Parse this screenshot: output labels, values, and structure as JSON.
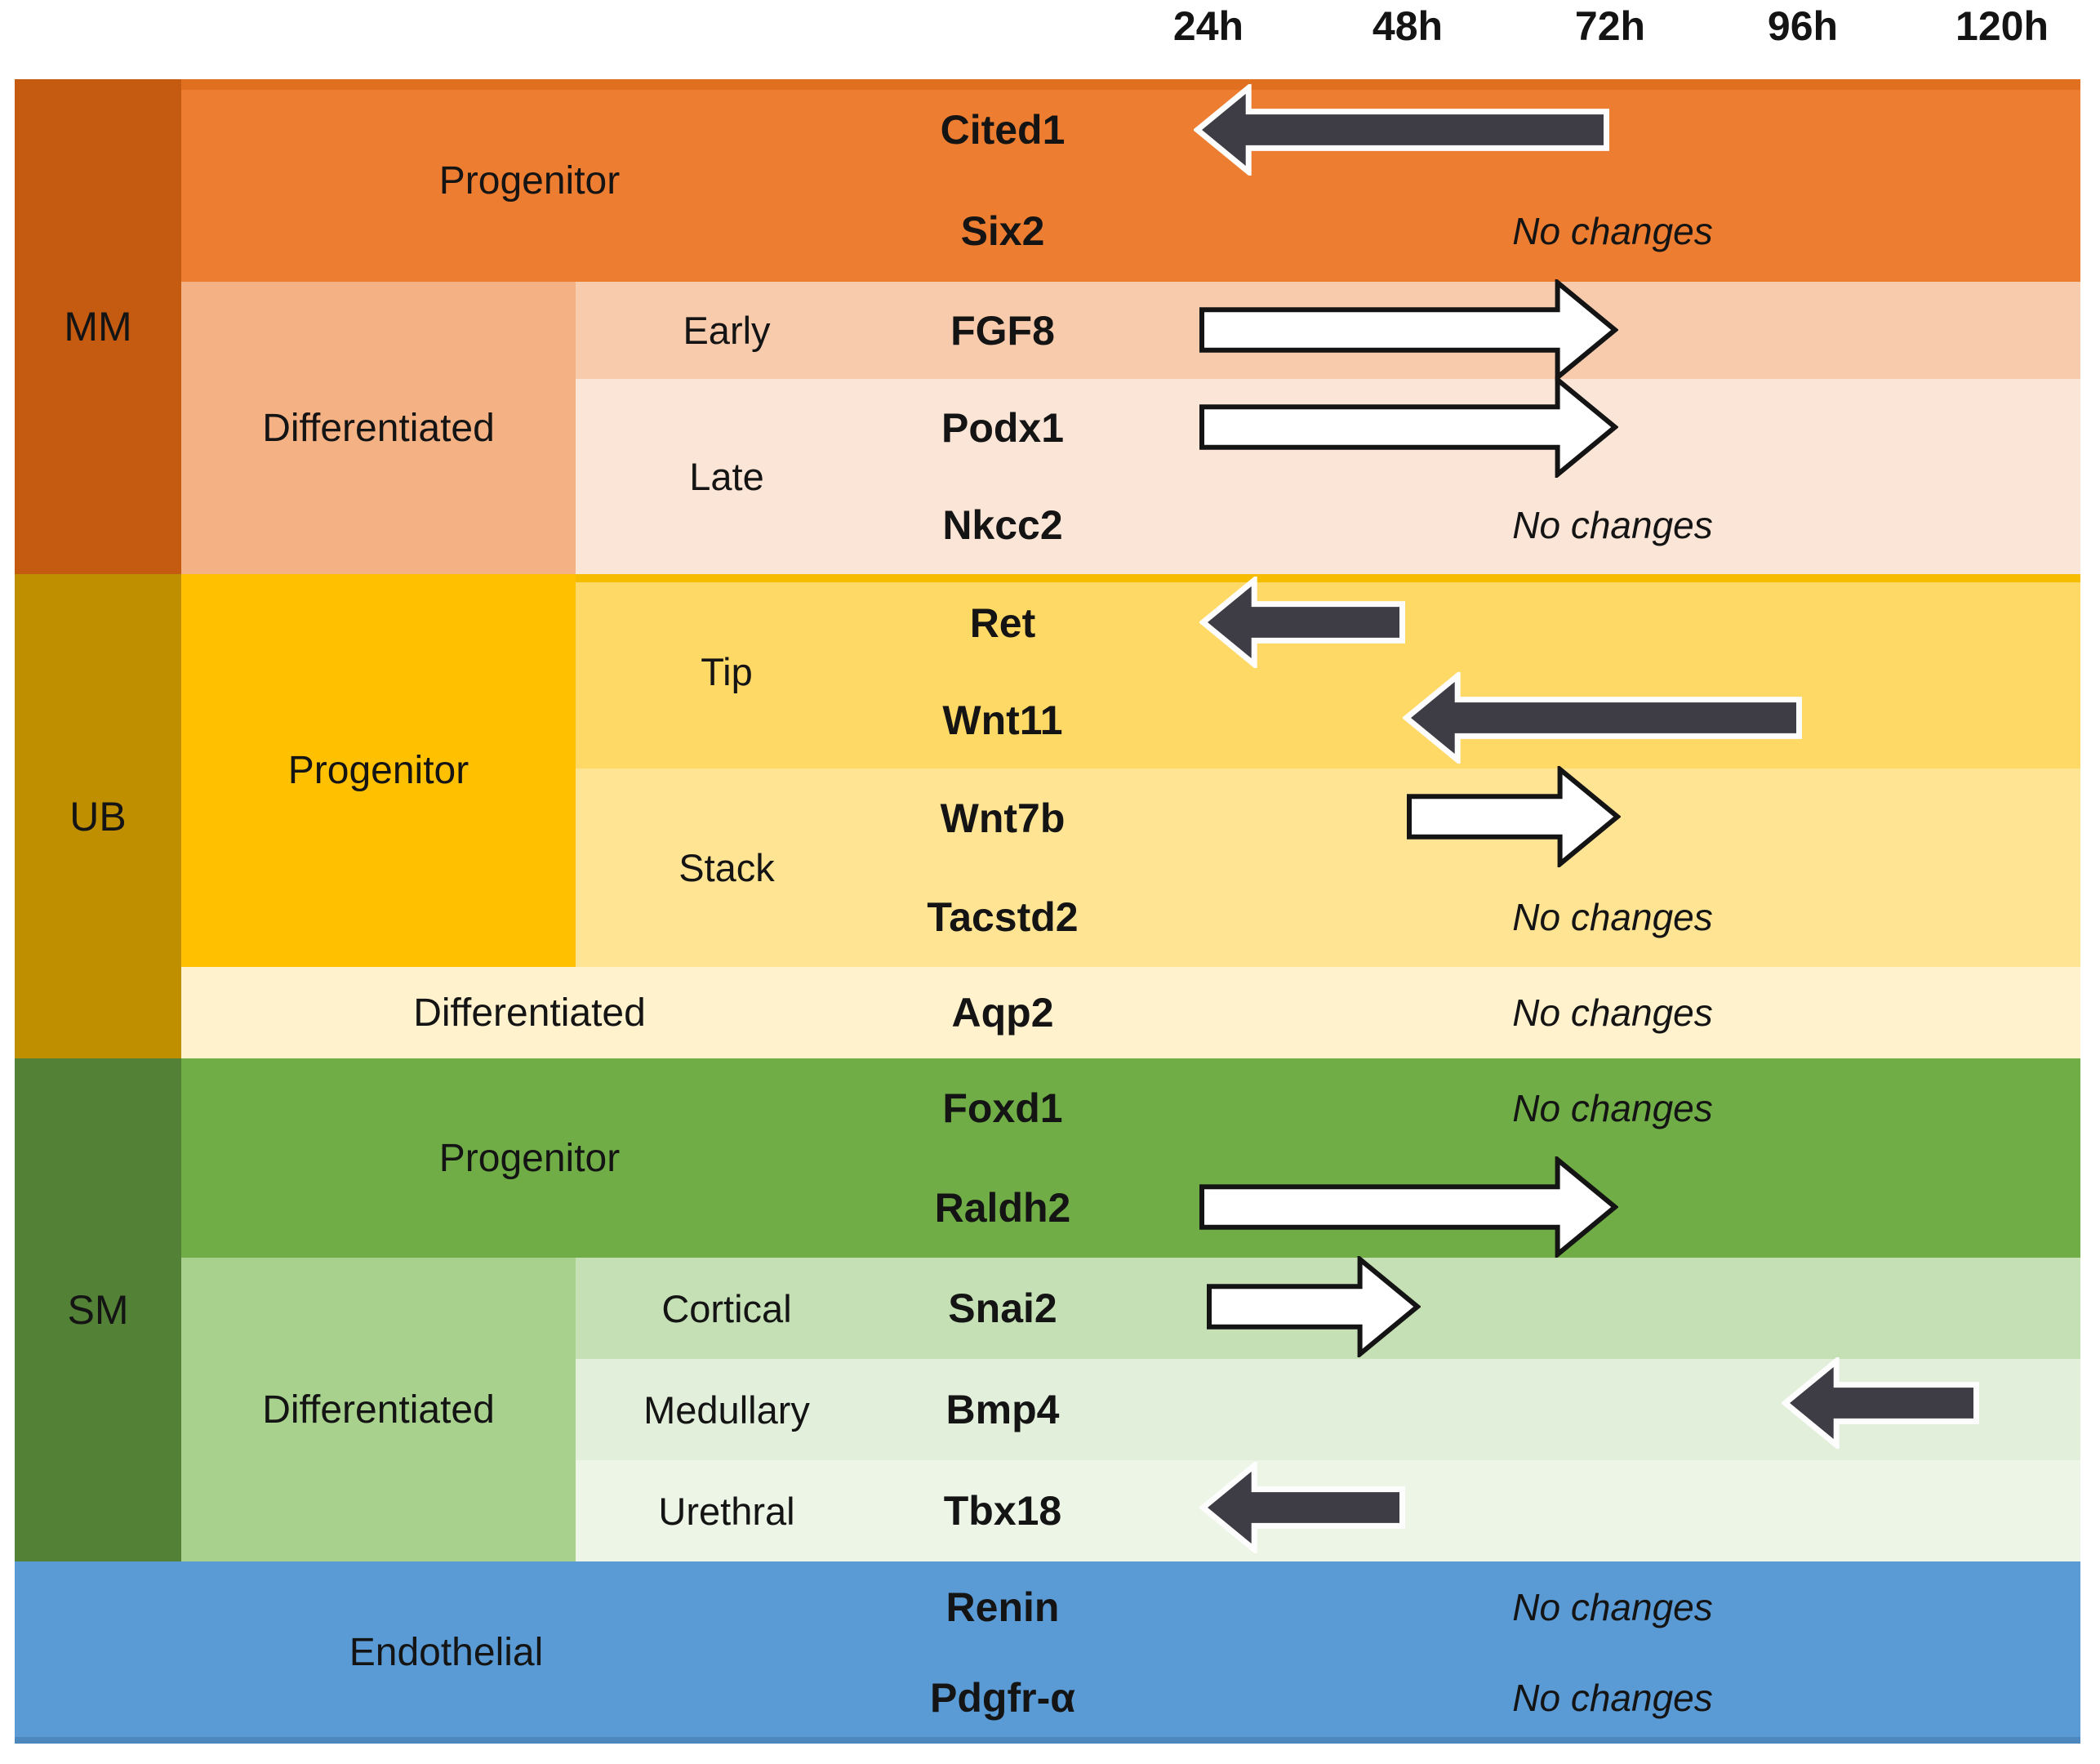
{
  "figure": {
    "type": "gene-expression-timeline-table",
    "no_change_text": "No changes"
  },
  "timeline": {
    "timepoints": [
      "24h",
      "48h",
      "72h",
      "96h",
      "120h"
    ]
  },
  "sections": [
    {
      "abbr": "MM",
      "groups": [
        {
          "label": "Progenitor",
          "rows": [
            {
              "gene": "Cited1",
              "change": {
                "direction": "decrease",
                "from": "72h",
                "to": "24h"
              }
            },
            {
              "gene": "Six2",
              "change": {
                "direction": "none",
                "label": "No changes"
              }
            }
          ]
        },
        {
          "label": "Differentiated",
          "subgroups": [
            {
              "label": "Early",
              "rows": [
                {
                  "gene": "FGF8",
                  "change": {
                    "direction": "increase",
                    "from": "24h",
                    "to": "72h"
                  }
                }
              ]
            },
            {
              "label": "Late",
              "rows": [
                {
                  "gene": "Podx1",
                  "change": {
                    "direction": "increase",
                    "from": "24h",
                    "to": "72h"
                  }
                },
                {
                  "gene": "Nkcc2",
                  "change": {
                    "direction": "none",
                    "label": "No changes"
                  }
                }
              ]
            }
          ]
        }
      ]
    },
    {
      "abbr": "UB",
      "groups": [
        {
          "label": "Progenitor",
          "subgroups": [
            {
              "label": "Tip",
              "rows": [
                {
                  "gene": "Ret",
                  "change": {
                    "direction": "decrease",
                    "from": "48h",
                    "to": "24h"
                  }
                },
                {
                  "gene": "Wnt11",
                  "change": {
                    "direction": "decrease",
                    "from": "96h",
                    "to": "48h"
                  }
                }
              ]
            },
            {
              "label": "Stack",
              "rows": [
                {
                  "gene": "Wnt7b",
                  "change": {
                    "direction": "increase",
                    "from": "48h",
                    "to": "72h"
                  }
                },
                {
                  "gene": "Tacstd2",
                  "change": {
                    "direction": "none",
                    "label": "No changes"
                  }
                }
              ]
            }
          ]
        },
        {
          "label": "Differentiated",
          "rows": [
            {
              "gene": "Aqp2",
              "change": {
                "direction": "none",
                "label": "No changes"
              }
            }
          ]
        }
      ]
    },
    {
      "abbr": "SM",
      "groups": [
        {
          "label": "Progenitor",
          "rows": [
            {
              "gene": "Foxd1",
              "change": {
                "direction": "none",
                "label": "No changes"
              }
            },
            {
              "gene": "Raldh2",
              "change": {
                "direction": "increase",
                "from": "24h",
                "to": "72h"
              }
            }
          ]
        },
        {
          "label": "Differentiated",
          "subgroups": [
            {
              "label": "Cortical",
              "rows": [
                {
                  "gene": "Snai2",
                  "change": {
                    "direction": "increase",
                    "from": "24h",
                    "to": "48h"
                  }
                }
              ]
            },
            {
              "label": "Medullary",
              "rows": [
                {
                  "gene": "Bmp4",
                  "change": {
                    "direction": "decrease",
                    "from": "120h",
                    "to": "96h"
                  }
                }
              ]
            },
            {
              "label": "Urethral",
              "rows": [
                {
                  "gene": "Tbx18",
                  "change": {
                    "direction": "decrease",
                    "from": "48h",
                    "to": "24h"
                  }
                }
              ]
            }
          ]
        }
      ]
    },
    {
      "label": "Endothelial",
      "rows": [
        {
          "gene": "Renin",
          "change": {
            "direction": "none",
            "label": "No changes"
          }
        },
        {
          "gene": "Pdgfr-α",
          "change": {
            "direction": "none",
            "label": "No changes"
          }
        }
      ]
    }
  ],
  "palette": {
    "mm_dark": "#C55A11",
    "mm_progenitor": "#ED7D31",
    "mm_differentiated": "#F4B183",
    "mm_early_row": "#F8CBAD",
    "mm_late_row": "#FBE5D6",
    "mm_top_edge": "#E0701F",
    "ub_dark": "#BF8F00",
    "ub_progenitor": "#FFC000",
    "ub_tip_row": "#FFD966",
    "ub_stack_row": "#FFE494",
    "ub_differentiated_row": "#FFF2CC",
    "ub_top_edge": "#F5BC00",
    "sm_dark": "#538135",
    "sm_progenitor": "#70AD47",
    "sm_differentiated": "#A9D18E",
    "sm_cortical_row": "#C5E0B4",
    "sm_medullary_row": "#E2EFDA",
    "sm_urethral_row": "#EDF5E7",
    "endothelial": "#5B9BD5",
    "endothelial_bottom_edge": "#4C87BD",
    "arrow_dark_fill": "#3E3C44",
    "arrow_dark_outline": "#FDFDFD",
    "arrow_light_fill": "#FFFFFF",
    "arrow_light_outline": "#141414",
    "text": "#141414"
  }
}
